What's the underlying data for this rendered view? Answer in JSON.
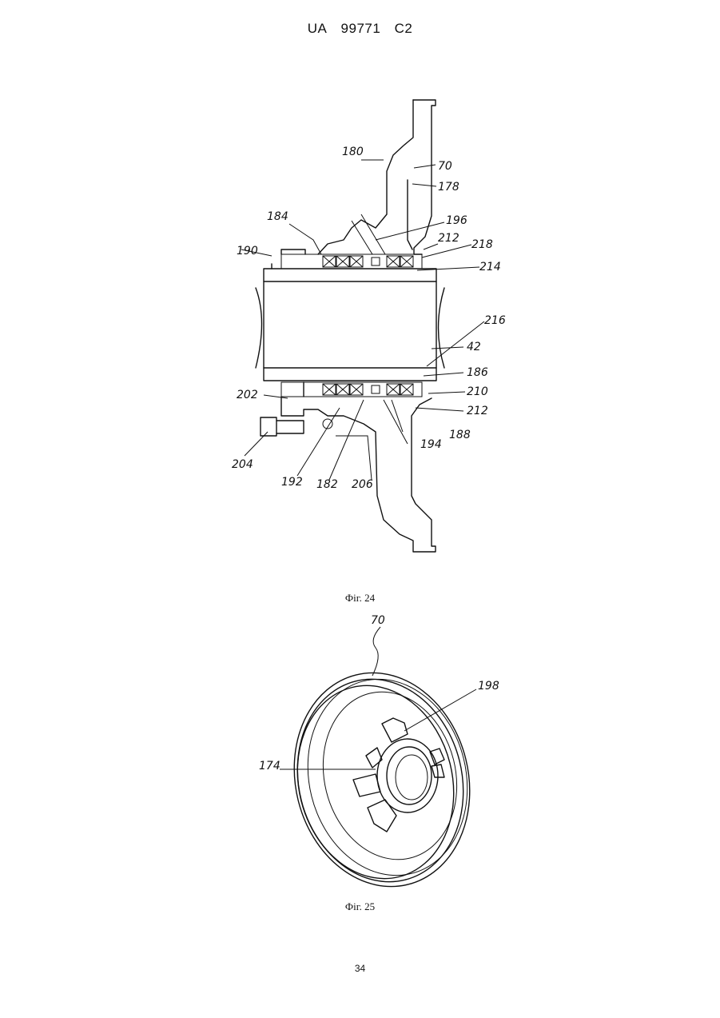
{
  "header": {
    "country": "UA",
    "number": "99771",
    "kind": "C2"
  },
  "figures": [
    {
      "caption": "Фіг. 24",
      "labels": [
        "180",
        "70",
        "178",
        "184",
        "196",
        "212",
        "218",
        "190",
        "214",
        "216",
        "42",
        "186",
        "202",
        "210",
        "212",
        "204",
        "188",
        "194",
        "192",
        "182",
        "206"
      ]
    },
    {
      "caption": "Фіг. 25",
      "labels": [
        "70",
        "198",
        "174"
      ]
    }
  ],
  "page_number": "34"
}
